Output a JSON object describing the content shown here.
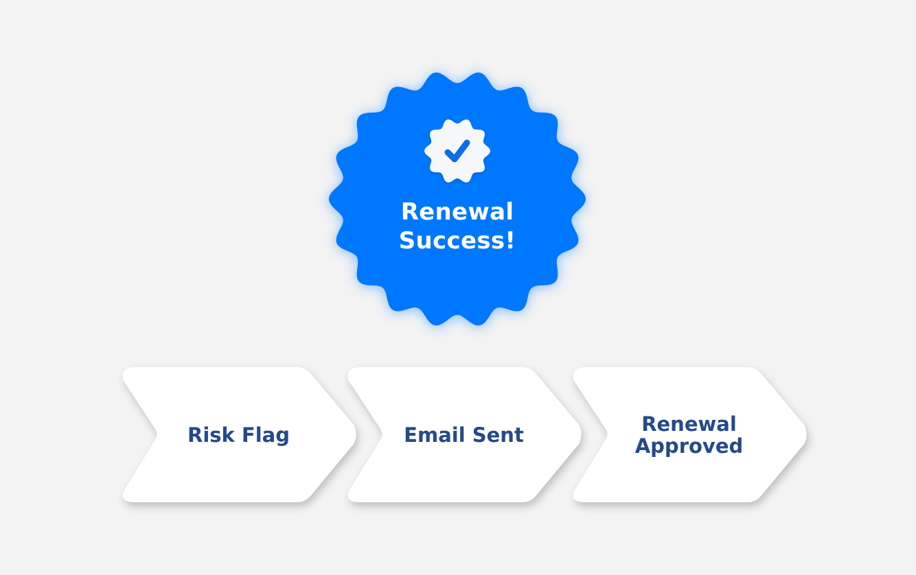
{
  "badge": {
    "title_line1": "Renewal",
    "title_line2": "Success!",
    "icon": "verified-check-icon",
    "color": "#0077ff",
    "icon_fill": "#f5f7fa"
  },
  "steps": [
    {
      "label_line1": "Risk Flag",
      "label_line2": ""
    },
    {
      "label_line1": "Email Sent",
      "label_line2": ""
    },
    {
      "label_line1": "Renewal",
      "label_line2": "Approved"
    }
  ],
  "colors": {
    "background": "#f3f3f3",
    "step_fill": "#ffffff",
    "step_text": "#234a8b"
  }
}
